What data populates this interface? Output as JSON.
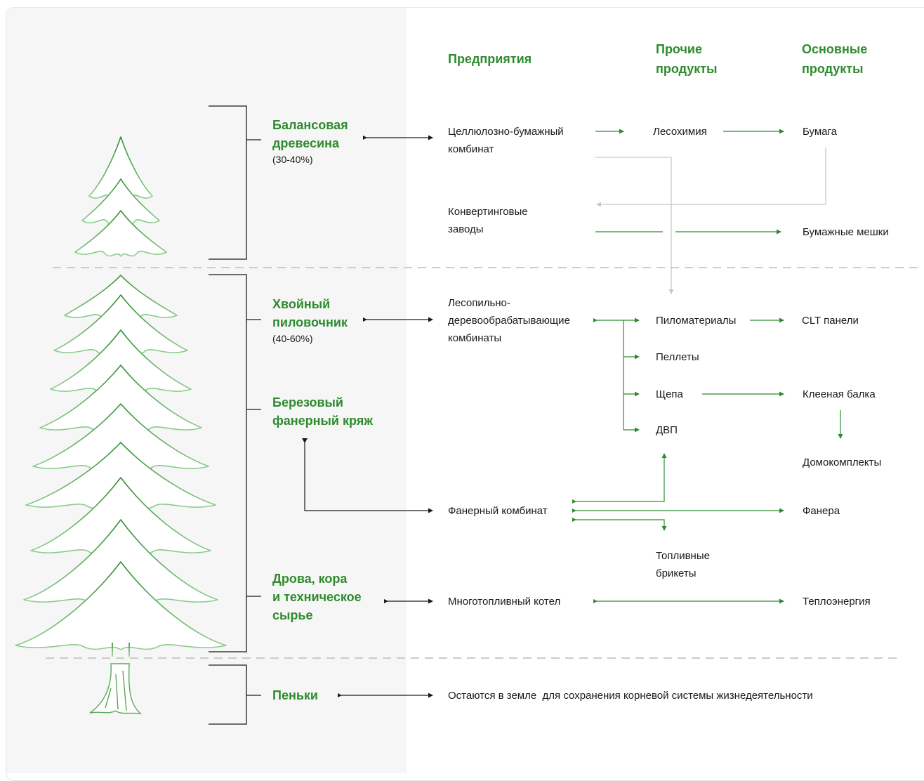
{
  "colors": {
    "green": "#2e8b2e",
    "black": "#1a1a1a",
    "gray": "#c8c8c8",
    "panel": "#f6f6f6"
  },
  "headers": {
    "enterprises": "Предприятия",
    "other_products": "Прочие\nпродукты",
    "main_products": "Основные\nпродукты"
  },
  "categories": {
    "balance": {
      "title": "Балансовая\nдревесина",
      "pct": "(30-40%)"
    },
    "conifer": {
      "title": "Хвойный\nпиловочник",
      "pct": "(40-60%)"
    },
    "birch": {
      "title": "Березовый\nфанерный кряж"
    },
    "firewood": {
      "title": "Дрова, кора\nи техническое\nсырье"
    },
    "stumps": {
      "title": "Пеньки"
    }
  },
  "enterprises": {
    "pulp_mill": "Целлюлозно-бумажный\nкомбинат",
    "converting": "Конвертинговые\nзаводы",
    "sawmill": "Лесопильно-\nдеревообрабатывающие\nкомбинаты",
    "plywood_mill": "Фанерный комбинат",
    "boiler": "Многотопливный котел",
    "stumps_note": "Остаются в земле  для сохранения корневой системы жизнедеятельности"
  },
  "other_products": {
    "wood_chemistry": "Лесохимия",
    "lumber": "Пиломатериалы",
    "pellets": "Пеллеты",
    "chips": "Щепа",
    "fiberboard": "ДВП",
    "fuel_briquettes": "Топливные\nбрикеты"
  },
  "main_products": {
    "paper": "Бумага",
    "paper_bags": "Бумажные мешки",
    "clt": "CLT панели",
    "glulam": "Клееная балка",
    "house_kits": "Домокомплекты",
    "plywood": "Фанера",
    "heat": "Теплоэнергия"
  }
}
